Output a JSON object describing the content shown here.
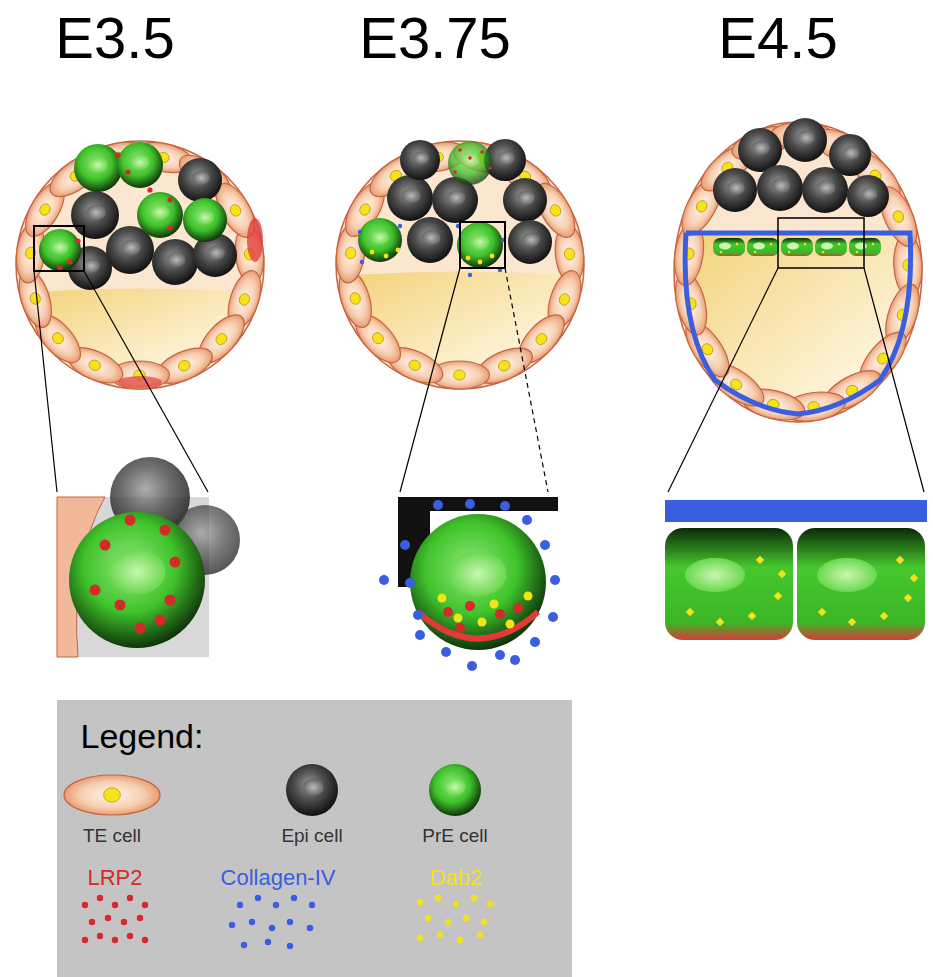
{
  "diagram": {
    "labels": [
      "E3.5",
      "E3.75",
      "E4.5",
      "Legend:"
    ],
    "legend": [
      {
        "text": "TE cell"
      },
      {
        "text": "Epi cell"
      },
      {
        "text": "PrE cell"
      },
      {
        "text": "LRP2",
        "color": "#d42a2a"
      },
      {
        "text": "Collagen-IV",
        "color": "#3a5ee0"
      },
      {
        "text": "Dab2",
        "color": "#f2e21a"
      }
    ]
  }
}
